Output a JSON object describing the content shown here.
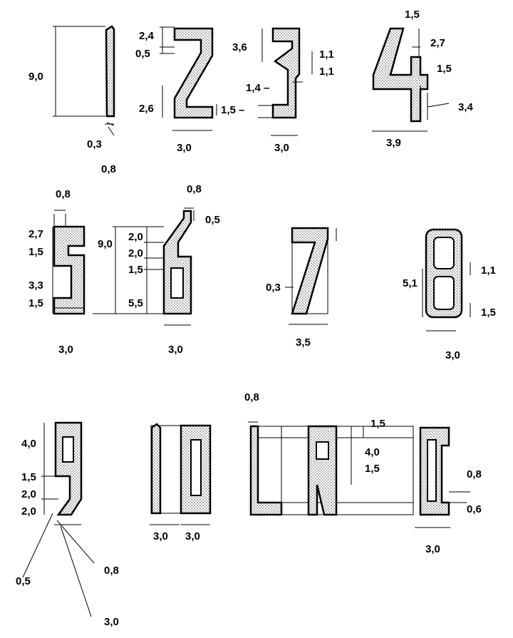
{
  "title": "Digit stencil dimensions",
  "row1": {
    "one": [
      "9,0",
      "0,3",
      "0,8"
    ],
    "two": [
      "2,4",
      "0,5",
      "2,6",
      "1,5 –",
      "3,0"
    ],
    "three": [
      "3,6",
      "1,1",
      "1,1",
      "1,4 –",
      "3,0"
    ],
    "four": [
      "1,5",
      "2,7",
      "1,5",
      "3,4",
      "3,9"
    ]
  },
  "row2": {
    "five": [
      "0,8",
      "2,7",
      "1,5",
      "3,3",
      "1,5",
      "3,0"
    ],
    "six": [
      "0,8",
      "0,5",
      "2,0",
      "2,0",
      "9,0",
      "1,5",
      "5,5",
      "3,0"
    ],
    "seven": [
      "0,3",
      "3,5"
    ],
    "eight": [
      "1,1",
      "5,1",
      "1,5",
      "3,0"
    ]
  },
  "row3": {
    "nine": [
      "4,0",
      "1,5",
      "2,0",
      "2,0",
      "0,5",
      "0,8",
      "3,0"
    ],
    "ten": [
      "3,0",
      "3,0"
    ],
    "last": [
      "0,8",
      "1,5",
      "4,0",
      "1,5",
      "0,8",
      "0,6",
      "3,0"
    ]
  }
}
